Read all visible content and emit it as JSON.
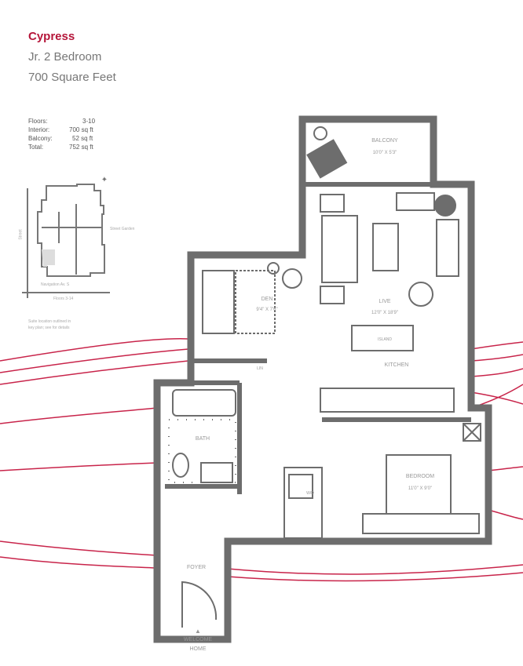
{
  "header": {
    "title": "Cypress",
    "unit_type": "Jr. 2 Bedroom",
    "area": "700 Square Feet"
  },
  "stats": [
    {
      "label": "Floors:",
      "value": "3-10"
    },
    {
      "label": "Interior:",
      "value": "700 sq ft"
    },
    {
      "label": "Balcony:",
      "value": "52 sq ft"
    },
    {
      "label": "Total:",
      "value": "752 sq ft"
    }
  ],
  "keyplan": {
    "street_left": "Street",
    "street_right": "Street Garden",
    "street_bottom1": "Navigation Av. S",
    "street_bottom2": "Floors 3-14",
    "note1": "Suite location outlined in",
    "note2": "key plan; see for details"
  },
  "rooms": {
    "balcony": {
      "name": "BALCONY",
      "dims": "10'0\" X 5'3\""
    },
    "den": {
      "name": "DEN",
      "dims": "9'4\" X 7'6\""
    },
    "live": {
      "name": "LIVE",
      "dims": "12'0\" X 18'9\""
    },
    "island": "ISLAND",
    "kitchen": "KITCHEN",
    "bath": "BATH",
    "bedroom": {
      "name": "BEDROOM",
      "dims": "11'0\" X 9'0\""
    },
    "foyer": "FOYER",
    "lin": "LIN",
    "wd": "W/D"
  },
  "entry": {
    "line1": "WELCOME",
    "line2": "HOME"
  },
  "colors": {
    "accent": "#b5163a",
    "wall": "#6d6d6d",
    "ribbon": "#c8244a"
  }
}
